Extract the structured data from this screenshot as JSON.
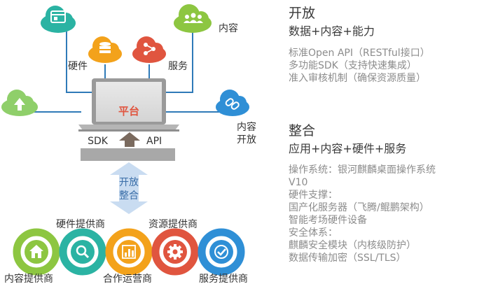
{
  "diagram": {
    "labels": {
      "content": "内容",
      "hardware": "硬件",
      "service": "服务",
      "content_open": "内容\n开放",
      "platform": "平台",
      "sdk": "SDK",
      "api": "API",
      "open_integrate": "开放\n整合"
    },
    "chain": [
      "内容提供商",
      "硬件提供商",
      "合作运营商",
      "资源提供商",
      "服务提供商"
    ],
    "colors": {
      "teal": "#2bb3a3",
      "orange": "#f3a21b",
      "red": "#e0553f",
      "green": "#8dc641",
      "light_green": "#8fcf6a",
      "blue": "#2f8fd6",
      "platform_text": "#e0553f",
      "arrow": "#7a6a5e"
    },
    "icons": [
      "browser-window-icon",
      "database-icon",
      "share-icon",
      "people-icon",
      "upload-icon",
      "link-icon",
      "home-icon",
      "search-icon",
      "chart-icon",
      "gear-icon",
      "check-icon"
    ]
  },
  "sections": {
    "open": {
      "title": "开放",
      "subtitle": "数据+内容+能力",
      "items": [
        "标准Open API（RESTful接口）",
        "多功能SDK（支持快速集成）",
        "准入审核机制（确保资源质量）"
      ]
    },
    "integrate": {
      "title": "整合",
      "subtitle": "应用+内容+硬件+服务",
      "items": [
        "操作系统：银河麒麟桌面操作系统",
        "V10",
        "硬件支撑：",
        "国产化服务器（飞腾/鲲鹏架构）",
        "智能考场硬件设备",
        "安全体系：",
        "麒麟安全模块（内核级防护）",
        "数据传输加密（SSL/TLS）"
      ]
    }
  }
}
